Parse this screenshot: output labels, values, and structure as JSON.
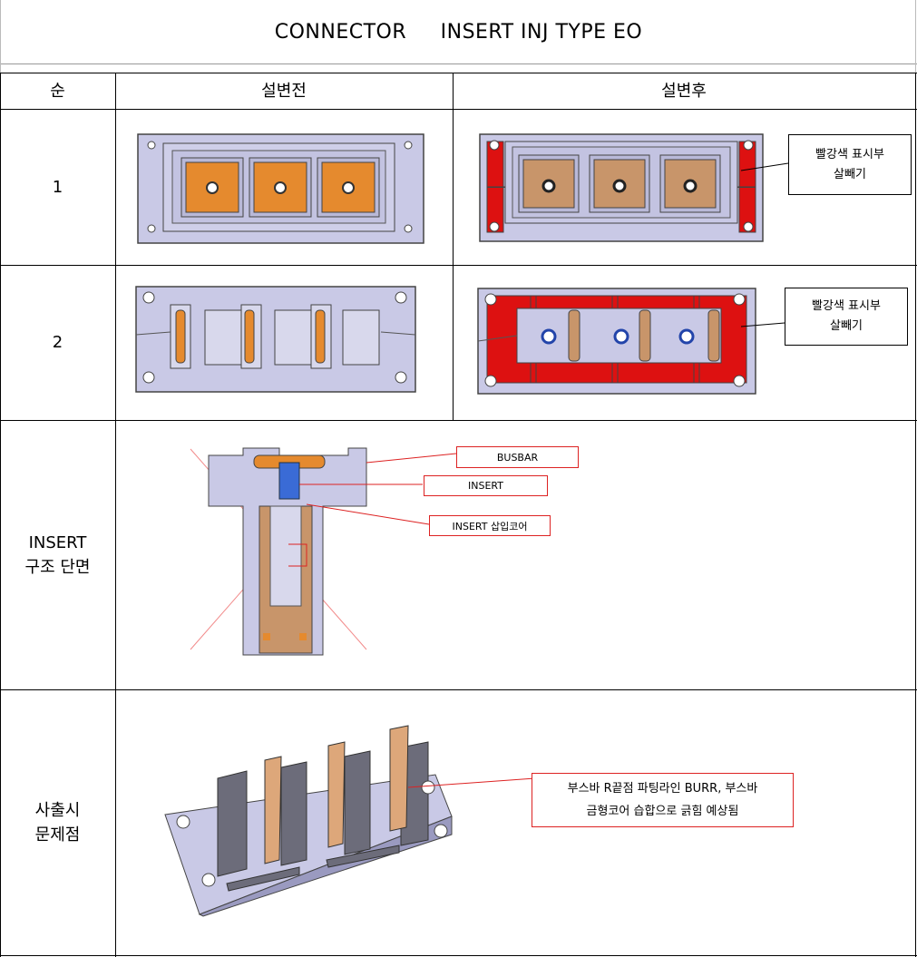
{
  "title": {
    "part1": "CONNECTOR",
    "part2": "INSERT INJ TYPE EO"
  },
  "table": {
    "headers": [
      "순",
      "설변전",
      "설변후"
    ],
    "rows": [
      {
        "label": "1"
      },
      {
        "label": "2"
      },
      {
        "label_lines": [
          "INSERT",
          "구조 단면"
        ]
      },
      {
        "label_lines": [
          "사출시",
          "문제점"
        ]
      }
    ]
  },
  "callouts": {
    "row1": [
      "빨강색 표시부",
      "살빼기"
    ],
    "row2": [
      "빨강색 표시부",
      "살빼기"
    ]
  },
  "section_labels": [
    "BUSBAR",
    "INSERT",
    "INSERT 삽입코어"
  ],
  "problem_note": [
    "부스바 R끝점 파팅라인 BURR,  부스바",
    "금형코어 습합으로 긁힘 예상됨"
  ],
  "colors": {
    "housing": "#c9c9e6",
    "busbar": "#e58a2e",
    "busbar_after": "#c8956a",
    "relief": "#dd1111",
    "outline": "#444"
  }
}
